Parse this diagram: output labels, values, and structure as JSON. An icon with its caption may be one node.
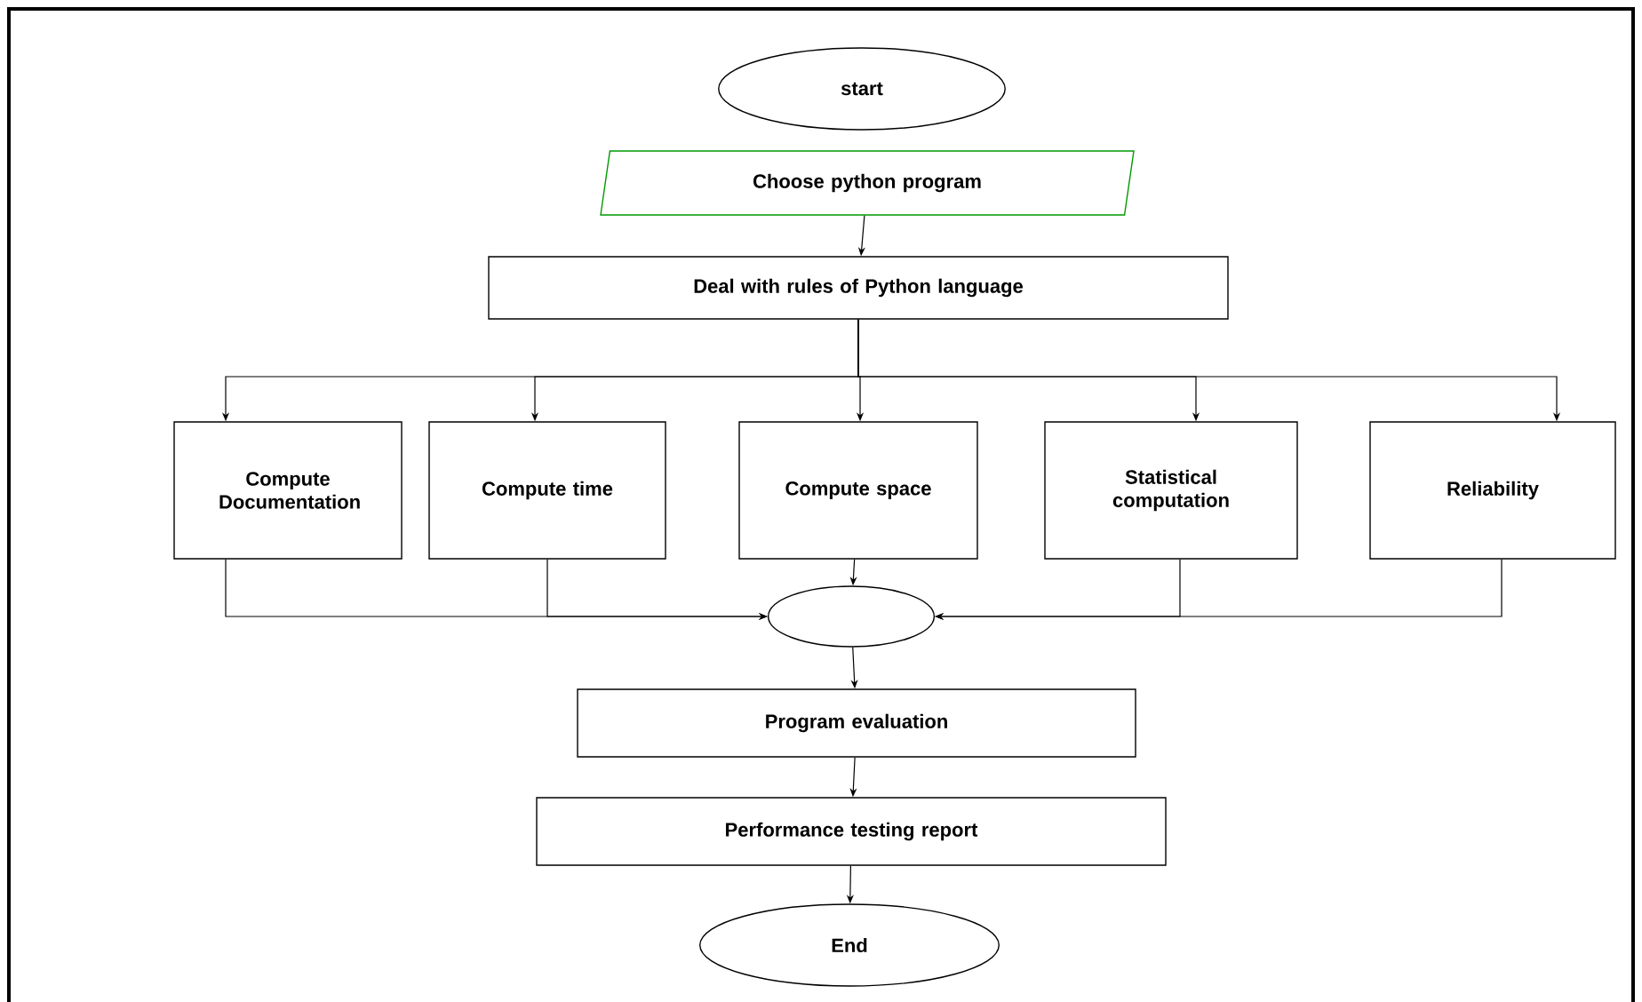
{
  "diagram": {
    "nodes": [
      {
        "text": [
          "start"
        ]
      },
      {
        "text": [
          "Choose python program"
        ]
      },
      {
        "text": [
          "Deal with rules of Python language"
        ]
      },
      {
        "text": [
          "Compute Documentation"
        ]
      },
      {
        "text": [
          "Compute time"
        ]
      },
      {
        "text": [
          "Compute space"
        ]
      },
      {
        "text": [
          "Statistical computation"
        ]
      },
      {
        "text": [
          "Reliability"
        ]
      },
      {
        "text": [],
        "shape": "circle"
      },
      {
        "text": [
          "Program evaluation"
        ]
      },
      {
        "text": [
          "Performance testing report"
        ]
      },
      {
        "text": [
          "End"
        ]
      }
    ],
    "edges": [
      {
        "from": 1,
        "to": 2,
        "arrow": "to"
      },
      {
        "from": 2,
        "to": 3,
        "arrow": "to"
      },
      {
        "from": 2,
        "to": 4,
        "arrow": "to"
      },
      {
        "from": 2,
        "to": 5,
        "arrow": "to"
      },
      {
        "from": 2,
        "to": 6,
        "arrow": "to"
      },
      {
        "from": 2,
        "to": 7,
        "arrow": "to"
      },
      {
        "from": 3,
        "to": 8,
        "arrow": "to"
      },
      {
        "from": 4,
        "to": 8,
        "arrow": "to"
      },
      {
        "from": 5,
        "to": 8,
        "arrow": "to"
      },
      {
        "from": 6,
        "to": 8,
        "arrow": "to"
      },
      {
        "from": 7,
        "to": 8,
        "arrow": "to"
      },
      {
        "from": 8,
        "to": 9,
        "arrow": "to"
      },
      {
        "from": 9,
        "to": 10,
        "arrow": "to"
      },
      {
        "from": 10,
        "to": 11,
        "arrow": "to"
      }
    ]
  }
}
